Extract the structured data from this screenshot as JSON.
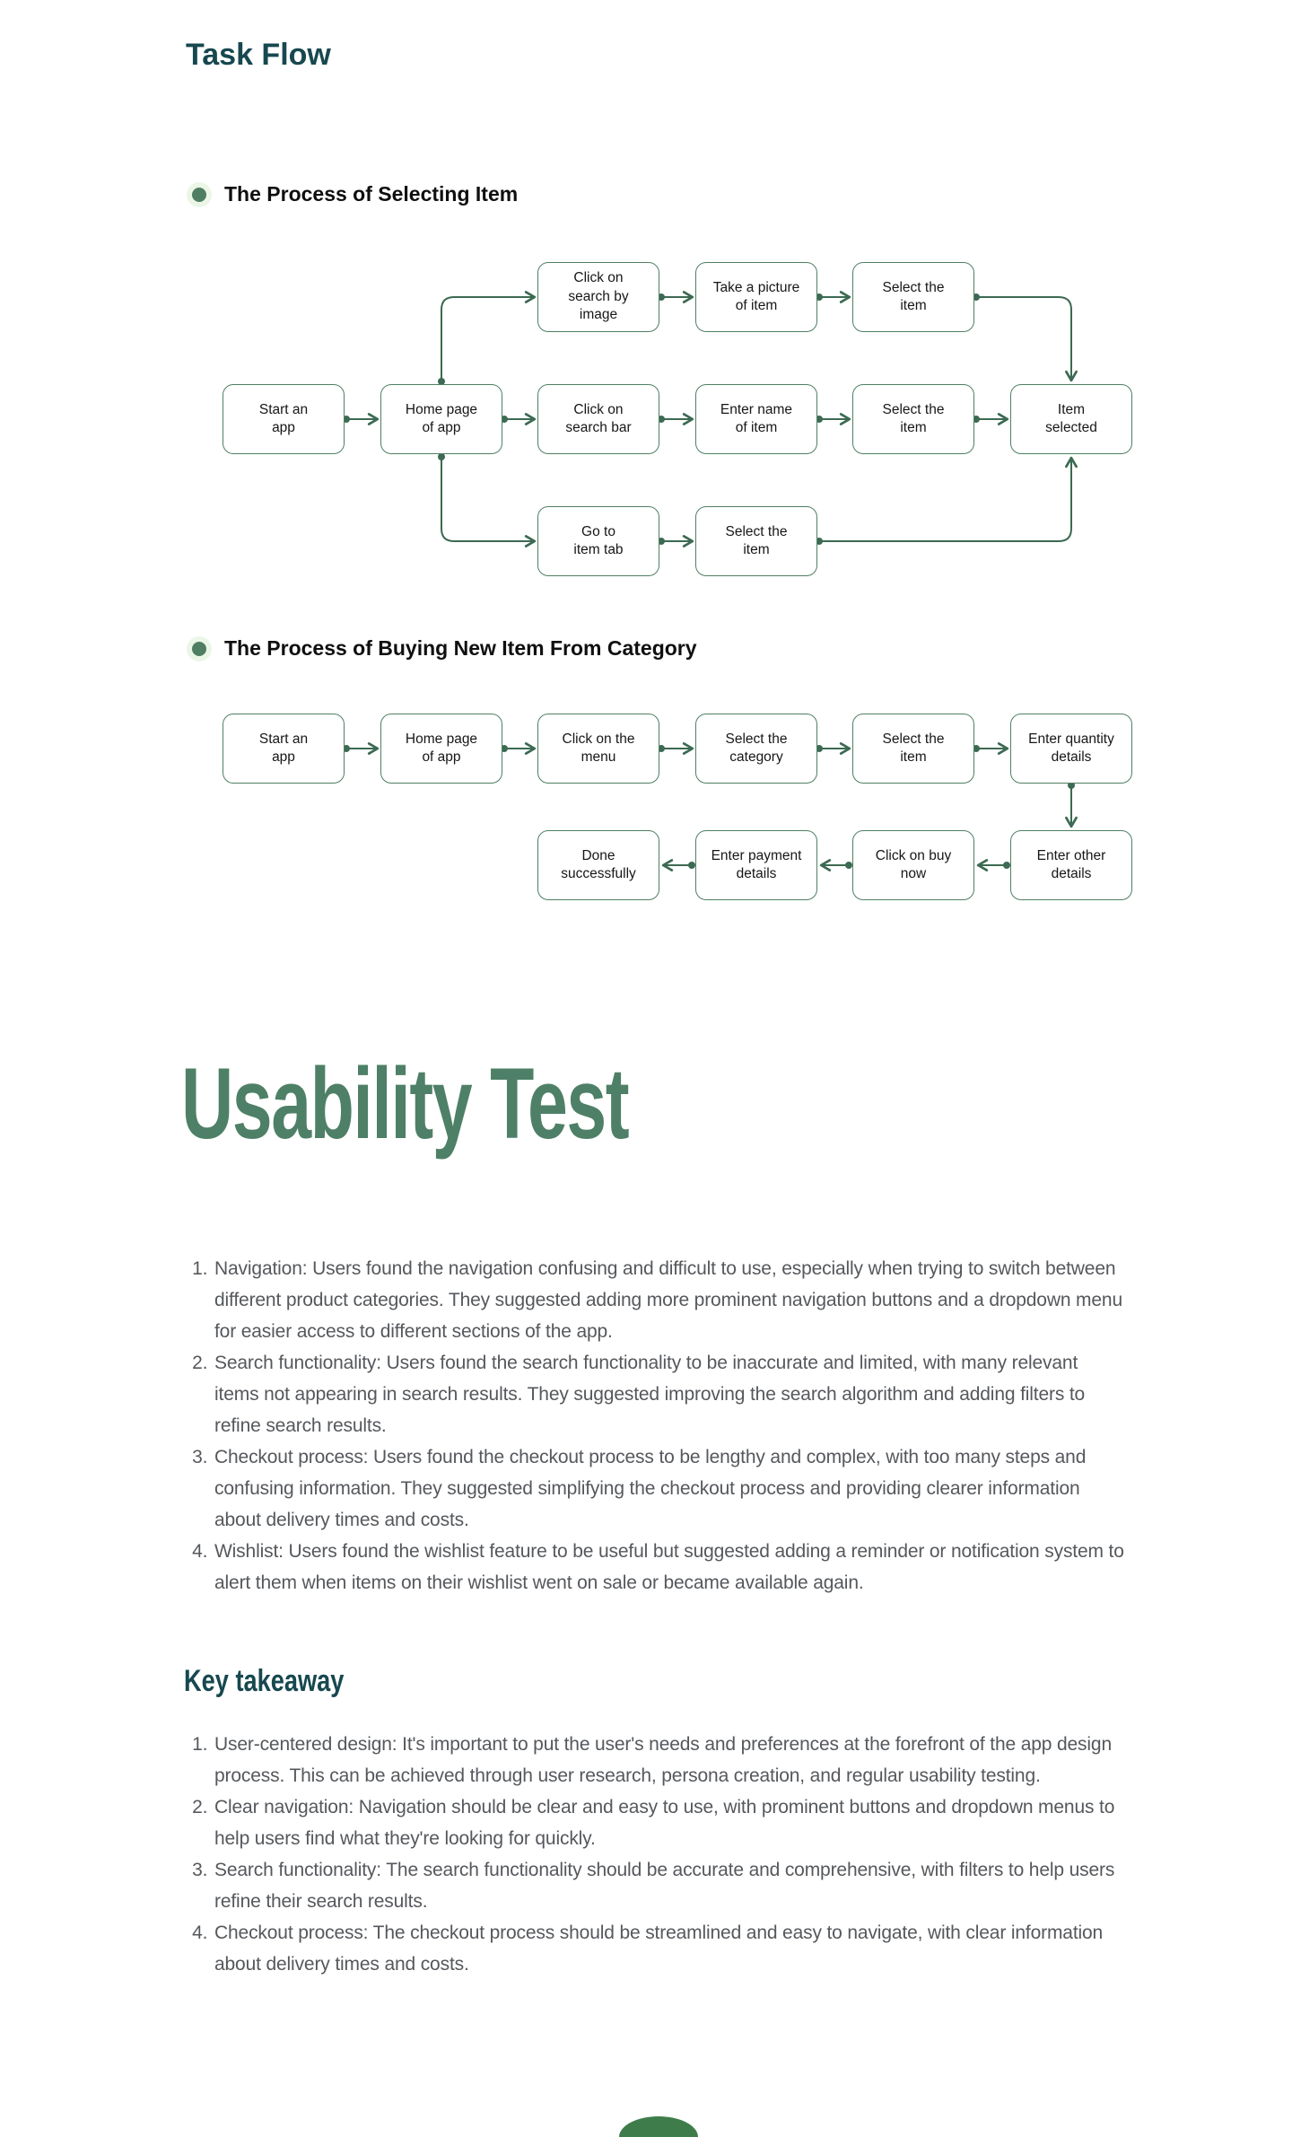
{
  "colors": {
    "heading_teal": "#174850",
    "title_green": "#4e8067",
    "box_border_green": "#4f7f63",
    "arrow_green": "#3c6a52",
    "bullet_green": "#4f7e63",
    "body_text_gray": "#55585c"
  },
  "task_flow": {
    "heading": "Task Flow",
    "flow1": {
      "title": "The Process of Selecting Item",
      "nodes": {
        "start": "Start an\napp",
        "home": "Home page\nof app",
        "search_image": "Click on\nsearch by\nimage",
        "take_picture": "Take a picture\nof item",
        "select_top": "Select the\nitem",
        "search_bar": "Click on\nsearch bar",
        "enter_name": "Enter name\nof item",
        "select_mid": "Select the\nitem",
        "item_selected": "Item\nselected",
        "item_tab": "Go to\nitem tab",
        "select_bottom": "Select the\nitem"
      }
    },
    "flow2": {
      "title": "The Process of Buying New Item From Category",
      "nodes": {
        "start": "Start an\napp",
        "home": "Home page\nof app",
        "menu": "Click on the\nmenu",
        "category": "Select the\ncategory",
        "item": "Select the\nitem",
        "quantity": "Enter quantity\ndetails",
        "other": "Enter other\ndetails",
        "buy_now": "Click on buy\nnow",
        "payment": "Enter payment\ndetails",
        "done": "Done\nsuccessfully"
      }
    }
  },
  "usability": {
    "title": "Usability Test",
    "findings": [
      "Navigation: Users found the navigation confusing and difficult to use, especially when trying to switch between different product categories. They suggested adding more prominent navigation buttons and a dropdown menu for easier access to different sections of the app.",
      "Search functionality: Users found the search functionality to be inaccurate and limited, with many relevant items not appearing in search results. They suggested improving the search algorithm and adding filters to refine search results.",
      "Checkout process: Users found the checkout process to be lengthy and complex, with too many steps and confusing information. They suggested simplifying the checkout process and providing clearer information about delivery times and costs.",
      "Wishlist: Users found the wishlist feature to be useful but suggested adding a reminder or notification system to alert them when items on their wishlist went on sale or became available again."
    ],
    "key_takeaway": {
      "heading": "Key takeaway",
      "items": [
        "User-centered design: It's important to put the user's needs and preferences at the forefront of the app design process. This can be achieved through user research, persona creation, and regular usability testing.",
        "Clear navigation: Navigation should be clear and easy to use, with prominent buttons and dropdown menus to help users find what they're looking for quickly.",
        "Search functionality: The search functionality should be accurate and comprehensive, with filters to help users refine their search results.",
        "Checkout process: The checkout process should be streamlined and easy to navigate, with clear information about delivery times and costs."
      ]
    }
  }
}
